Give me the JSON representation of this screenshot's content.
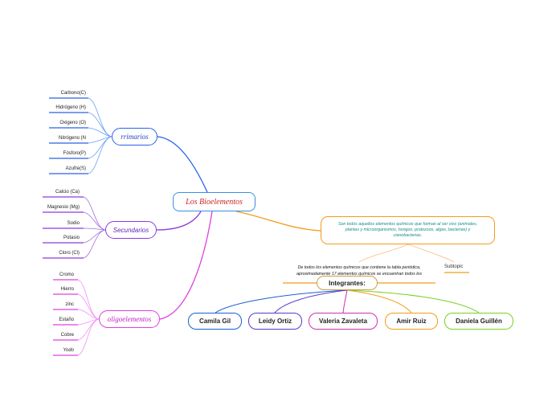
{
  "central": {
    "title": "Los Bioelementos"
  },
  "branches": [
    {
      "label": "rrimarios",
      "items": [
        "Carbono(C)",
        "Hidrógeno (H)",
        "Oxigeno (O)",
        "Nitrógeno (N",
        "Fósforo(P)",
        "Azufre(S)"
      ]
    },
    {
      "label": "Secundarios",
      "items": [
        "Calcio (Ca)",
        "Magnesio (Mg)",
        "Sodio",
        "Potasio",
        "Cloro (Cl)"
      ]
    },
    {
      "label": "oligoelementos",
      "items": [
        "Cromo",
        "Hierro",
        "zinc",
        "Estaño",
        "Cobre",
        "Yodo"
      ]
    }
  ],
  "summary": {
    "text": "Son todos aquellos elementos químicos que forman al ser vivo (animales, plantas y microorganismos, hongos, protozoos, algas, bacterias) y cianobacterias.",
    "detail": "De todos los elementos químicos que contiene la tabla periódica, aproximadamente 17 elementos químicos se encuentran todos los",
    "subtopic": "Subtopic"
  },
  "team": {
    "label": "Integrantes:",
    "members": [
      "Camila Gil",
      "Leidy Ortiz",
      "Valeria Zavaleta",
      "Amir Ruiz",
      "Daniela Guillén"
    ]
  },
  "colors": {
    "primarios": "#2a62e8",
    "secundarios": "#8a3adf",
    "oligoelementos": "#e040e0",
    "summary": "#f39c1a"
  }
}
